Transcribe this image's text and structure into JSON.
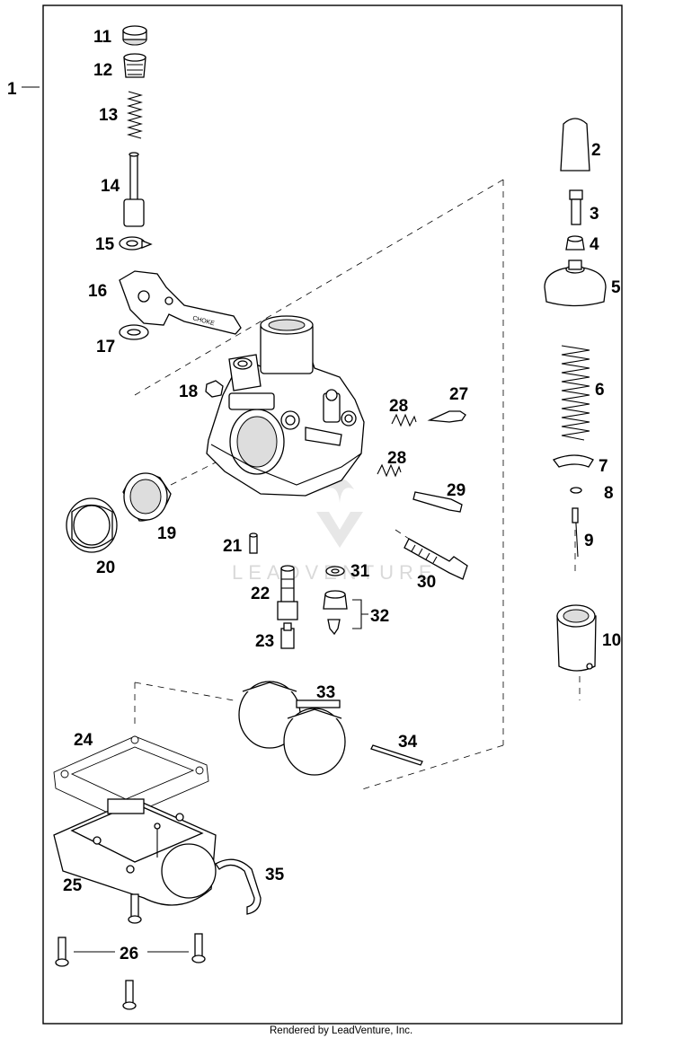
{
  "callouts": {
    "c1": "1",
    "c2": "2",
    "c3": "3",
    "c4": "4",
    "c5": "5",
    "c6": "6",
    "c7": "7",
    "c8": "8",
    "c9": "9",
    "c10": "10",
    "c11": "11",
    "c12": "12",
    "c13": "13",
    "c14": "14",
    "c15": "15",
    "c16": "16",
    "c17": "17",
    "c18": "18",
    "c19": "19",
    "c20": "20",
    "c21": "21",
    "c22": "22",
    "c23": "23",
    "c24": "24",
    "c25": "25",
    "c26": "26",
    "c27": "27",
    "c28a": "28",
    "c28b": "28",
    "c29": "29",
    "c30": "30",
    "c31": "31",
    "c32": "32",
    "c33": "33",
    "c34": "34",
    "c35": "35"
  },
  "lever_stamp": "CHOKE",
  "watermark": "LEADVENTURE",
  "footer": "Rendered by LeadVenture, Inc."
}
